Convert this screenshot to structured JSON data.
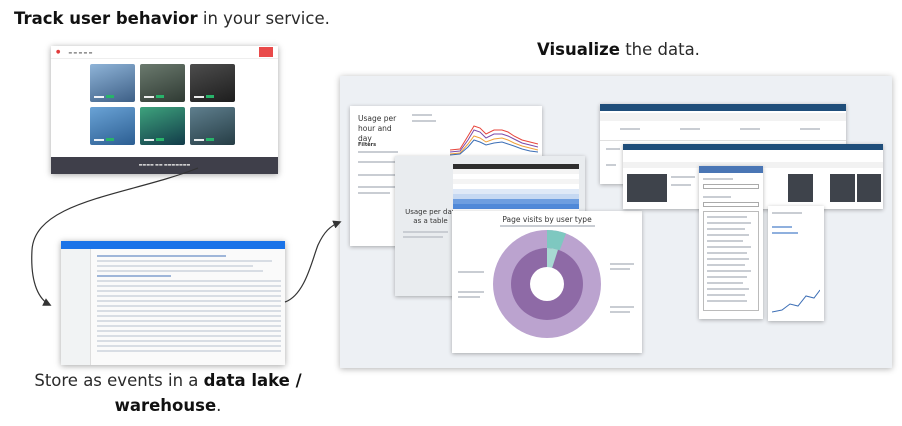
{
  "captions": {
    "track": {
      "bold": "Track user behavior",
      "rest": " in your service."
    },
    "visualize": {
      "bold": "Visualize",
      "rest": " the data."
    },
    "store": {
      "pre": "Store as events in a ",
      "bold": "data lake / warehouse",
      "post": "."
    }
  },
  "dashboard": {
    "line_card_title": "Usage per hour and day",
    "line_card_filters": "Filters",
    "table_card_title": "Usage per day as a table",
    "pie_card_title": "Page visits by user type"
  },
  "colors": {
    "brand_red": "#e94a4a",
    "lake_blue": "#1a73e8",
    "dash_header": "#1f4e7a",
    "pie_inner": "#8e6aa6",
    "pie_outer": "#bba3cf",
    "pie_accent": "#7ec8c0"
  }
}
